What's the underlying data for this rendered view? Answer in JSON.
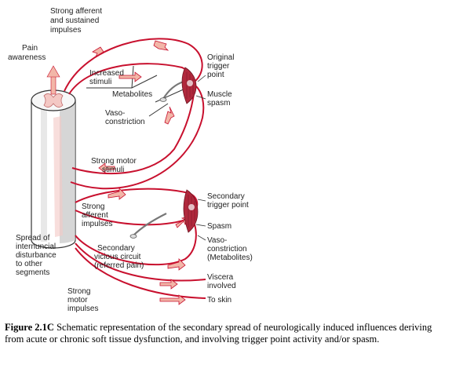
{
  "colors": {
    "pathway": "#c8102e",
    "arrow_fill": "#f2b6a8",
    "muscle": "#b0283c",
    "cord_outline": "#333333",
    "cord_fill": "#ffffff",
    "cord_shade": "#b9b9b9",
    "pink_matter": "#f4c8c4",
    "text": "#222222"
  },
  "labels": {
    "strong_afferent_sustained": [
      "Strong afferent",
      "and sustained",
      "impulses"
    ],
    "pain_awareness": [
      "Pain",
      "awareness"
    ],
    "increased_stimuli": [
      "Increased",
      "stimuli"
    ],
    "metabolites": "Metabolites",
    "vasoconstriction": [
      "Vaso-",
      "constriction"
    ],
    "strong_motor_stimuli": [
      "Strong motor",
      "stimuli"
    ],
    "original_trigger_point": [
      "Original",
      "trigger",
      "point"
    ],
    "muscle_spasm": [
      "Muscle",
      "spasm"
    ],
    "secondary_trigger_point": [
      "Secondary",
      "trigger point"
    ],
    "spasm": "Spasm",
    "vasoconstriction_metabolites": [
      "Vaso-",
      "constriction",
      "(Metabolites)"
    ],
    "strong_afferent_impulses": [
      "Strong",
      "afferent",
      "impulses"
    ],
    "secondary_vicious_circuit": [
      "Secondary",
      "vicious circuit",
      "(referred pain)"
    ],
    "spread_internuncial": [
      "Spread of",
      "internuncial",
      "disturbance",
      "to other",
      "segments"
    ],
    "strong_motor_impulses": [
      "Strong",
      "motor",
      "impulses"
    ],
    "viscera_involved": [
      "Viscera",
      "involved"
    ],
    "to_skin": "To skin"
  },
  "caption": {
    "figure_label": "Figure 2.1C",
    "text": " Schematic representation of the secondary spread of neurologically induced influences deriving from acute or chronic soft tissue dysfunction, and involving trigger point activity and/or spasm."
  }
}
